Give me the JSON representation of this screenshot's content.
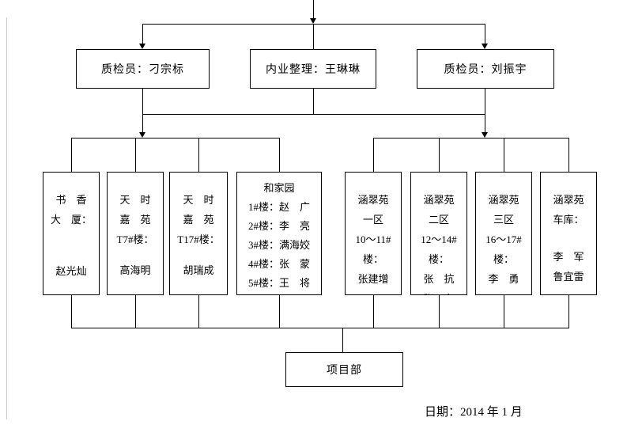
{
  "top_boxes": [
    {
      "label": "质检员：刁宗标"
    },
    {
      "label": "内业整理：王琳琳"
    },
    {
      "label": "质检员：刘振宇"
    }
  ],
  "sites": [
    {
      "lines": [
        "书　香",
        "大　厦：",
        "",
        "赵光灿"
      ]
    },
    {
      "lines": [
        "天　时",
        "嘉　苑",
        "T7#楼：",
        "",
        "高海明"
      ]
    },
    {
      "lines": [
        "天　时",
        "嘉　苑",
        "T17#楼：",
        "",
        "胡瑞成"
      ]
    },
    {
      "lines": [
        "和家园",
        "1#楼：赵　广",
        "2#楼：李　亮",
        "3#楼：满海姣",
        "4#楼：张　蒙",
        "5#楼：王　将"
      ]
    },
    {
      "lines": [
        "涵翠苑",
        "一区",
        "10～11#",
        "楼：",
        "张建增"
      ]
    },
    {
      "lines": [
        "涵翠苑",
        "二区",
        "12～14#",
        "楼：",
        "张　抗",
        "张　东"
      ]
    },
    {
      "lines": [
        "涵翠苑",
        "三区",
        "16～17#",
        "楼：",
        "李　勇"
      ]
    },
    {
      "lines": [
        "涵翠苑",
        "车库：",
        "",
        "李　军",
        "鲁宜雷"
      ]
    }
  ],
  "bottom_box": {
    "label": "项目部"
  },
  "footer": {
    "date_label": "日期：2014 年 1 月"
  }
}
